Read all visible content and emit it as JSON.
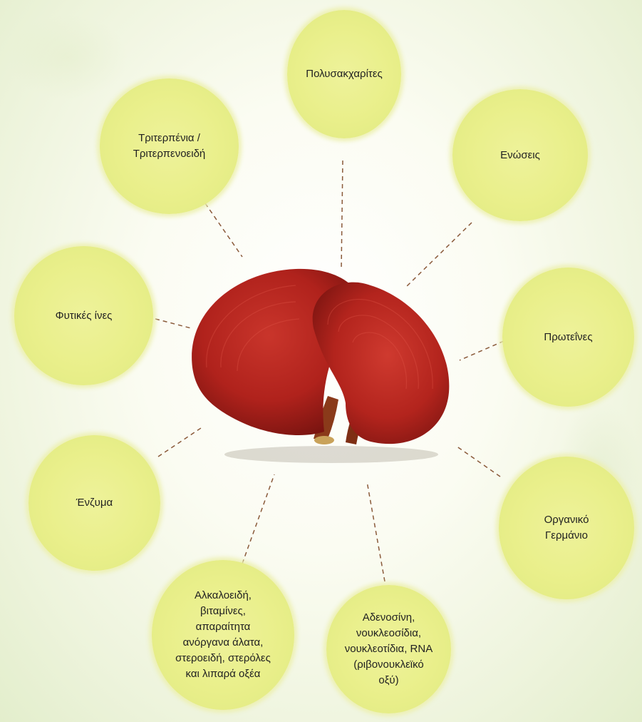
{
  "center": {
    "icon": "reishi-mushroom-icon"
  },
  "nodes": [
    {
      "id": "polysaccharides",
      "label": "Πολυσακχαρίτες"
    },
    {
      "id": "compounds",
      "label": "Ενώσεις"
    },
    {
      "id": "proteins",
      "label": "Πρωτεΐνες"
    },
    {
      "id": "germanium",
      "label": "Οργανικό\nΓερμάνιο"
    },
    {
      "id": "adenosine",
      "label": "Αδενοσίνη,\nνουκλεοσίδια,\nνουκλεοτίδια, RNA\n(ριβονουκλεϊκό\nοξύ)"
    },
    {
      "id": "alkaloids",
      "label": "Αλκαλοειδή,\nβιταμίνες,\nαπαραίτητα\nανόργανα άλατα,\nστεροειδή, στερόλες\nκαι λιπαρά οξέα"
    },
    {
      "id": "enzymes",
      "label": "Ένζυμα"
    },
    {
      "id": "fiber",
      "label": "Φυτικές ίνες"
    },
    {
      "id": "triterpenes",
      "label": "Τριτερπένια /\nΤριτερπενοειδή"
    }
  ],
  "colors": {
    "bubble": "#e9ef8a",
    "connector": "#8a5a3a",
    "mushroom_cap": "#b0221c",
    "mushroom_dark": "#7a1410"
  }
}
